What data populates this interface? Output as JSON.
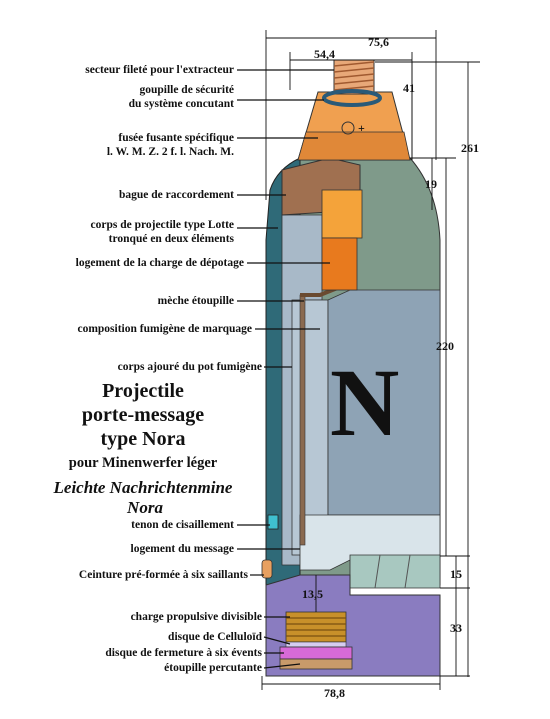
{
  "title": {
    "line1": "Projectile",
    "line2": "porte-message",
    "line3": "type Nora",
    "line4": "pour Minenwerfer léger",
    "line5": "Leichte Nachrichtenmine",
    "line6": "Nora"
  },
  "labels": [
    {
      "id": "secteur",
      "lines": [
        "secteur fileté pour l'extracteur"
      ]
    },
    {
      "id": "goupille",
      "lines": [
        "goupille de sécurité",
        "du système concutant"
      ]
    },
    {
      "id": "fusee",
      "lines": [
        "fusée fusante spécifique",
        "l. W. M. Z. 2 f. l. Nach. M."
      ]
    },
    {
      "id": "bague",
      "lines": [
        "bague de raccordement"
      ]
    },
    {
      "id": "corps",
      "lines": [
        "corps de projectile type Lotte",
        "tronqué en deux éléments"
      ]
    },
    {
      "id": "logement-charge",
      "lines": [
        "logement de la charge de dépotage"
      ]
    },
    {
      "id": "meche",
      "lines": [
        "mèche étoupille"
      ]
    },
    {
      "id": "composition",
      "lines": [
        "composition fumigène de marquage"
      ]
    },
    {
      "id": "corps-ajoure",
      "lines": [
        "corps ajouré du pot fumigène"
      ]
    },
    {
      "id": "tenon",
      "lines": [
        "tenon de cisaillement"
      ]
    },
    {
      "id": "logement-message",
      "lines": [
        "logement du message"
      ]
    },
    {
      "id": "ceinture",
      "lines": [
        "Ceinture pré-formée à six saillants"
      ]
    },
    {
      "id": "charge-propulsive",
      "lines": [
        "charge propulsive divisible"
      ]
    },
    {
      "id": "celluloid",
      "lines": [
        "disque de Celluloïd"
      ]
    },
    {
      "id": "disque-fermeture",
      "lines": [
        "disque de fermeture à six évents"
      ]
    },
    {
      "id": "etoupille",
      "lines": [
        "étoupille percutante"
      ]
    }
  ],
  "dimensions": {
    "top_width": "75,6",
    "thread_width": "54,4",
    "fuze_height": "41",
    "total_height": "261",
    "ring_height": "19",
    "body_height": "220",
    "band_height": "15",
    "base_height": "33",
    "inner_gap": "13,5",
    "base_width": "78,8"
  },
  "body_letter": "N",
  "colors": {
    "fuze": "#f0a050",
    "fuze_dark": "#e08838",
    "ring": "#a07050",
    "body": "#7f9a8a",
    "body_light": "#a9bcae",
    "inner": "#a8b9c8",
    "charge": "#e87a1e",
    "charge_light": "#f4a33a",
    "base": "#8a7cc0",
    "band": "#a8c8c0",
    "letter": "#1e5fa0"
  }
}
